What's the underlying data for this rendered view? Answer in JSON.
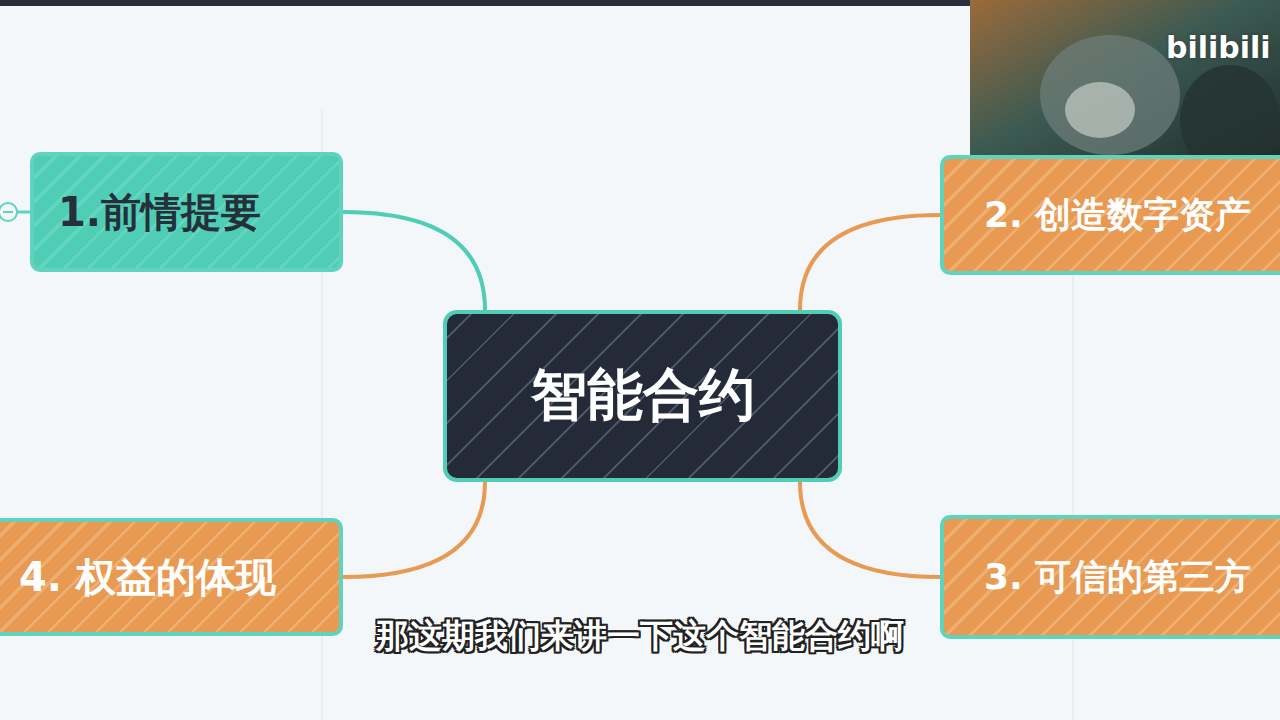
{
  "diagram": {
    "nodes": [
      {
        "text": [
          "智能合约"
        ]
      },
      {
        "text": [
          "1.前情提要"
        ]
      },
      {
        "text": [
          "2. 创造数字资产"
        ]
      },
      {
        "text": [
          "3. 可信的第三方"
        ]
      },
      {
        "text": [
          "4. 权益的体现"
        ]
      }
    ],
    "edges": [
      {
        "from": 0,
        "to": 1,
        "arrow": "none"
      },
      {
        "from": 0,
        "to": 2,
        "arrow": "none"
      },
      {
        "from": 0,
        "to": 3,
        "arrow": "none"
      },
      {
        "from": 0,
        "to": 4,
        "arrow": "none"
      }
    ],
    "labels": [
      "那这期我们来讲一下这个智能合约啊",
      "bilibili"
    ]
  }
}
